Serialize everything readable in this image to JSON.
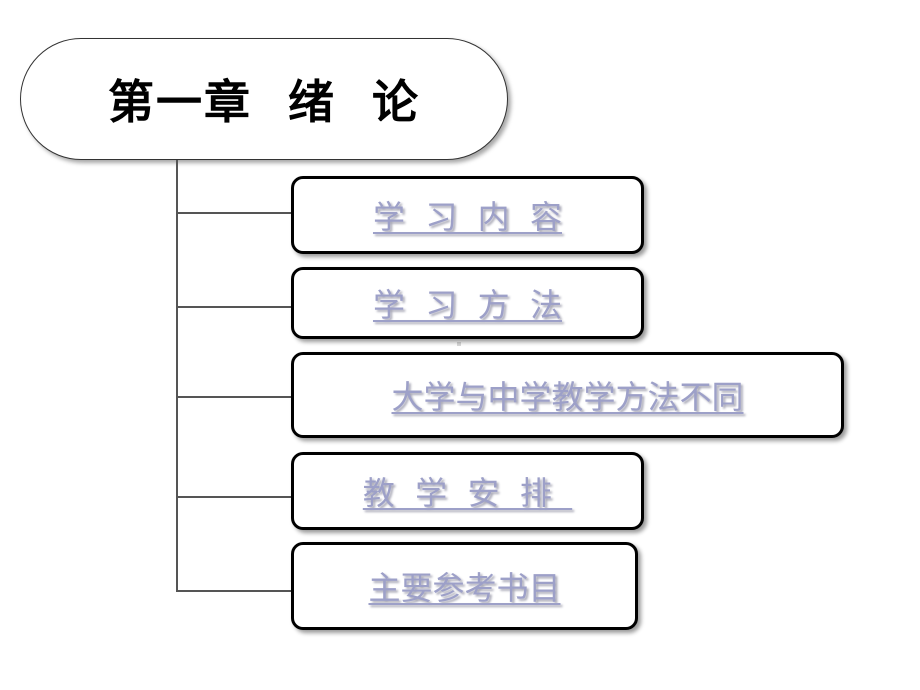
{
  "title": "第一章  绪  论",
  "nodes": [
    {
      "label": "学  习  内  容"
    },
    {
      "label": "学  习  方  法"
    },
    {
      "label": "大学与中学教学方法不同"
    },
    {
      "label": "教  学  安  排  "
    },
    {
      "label": "主要参考书目"
    }
  ],
  "colors": {
    "link": "#9da0c8",
    "border": "#000000",
    "connector": "#555555"
  }
}
